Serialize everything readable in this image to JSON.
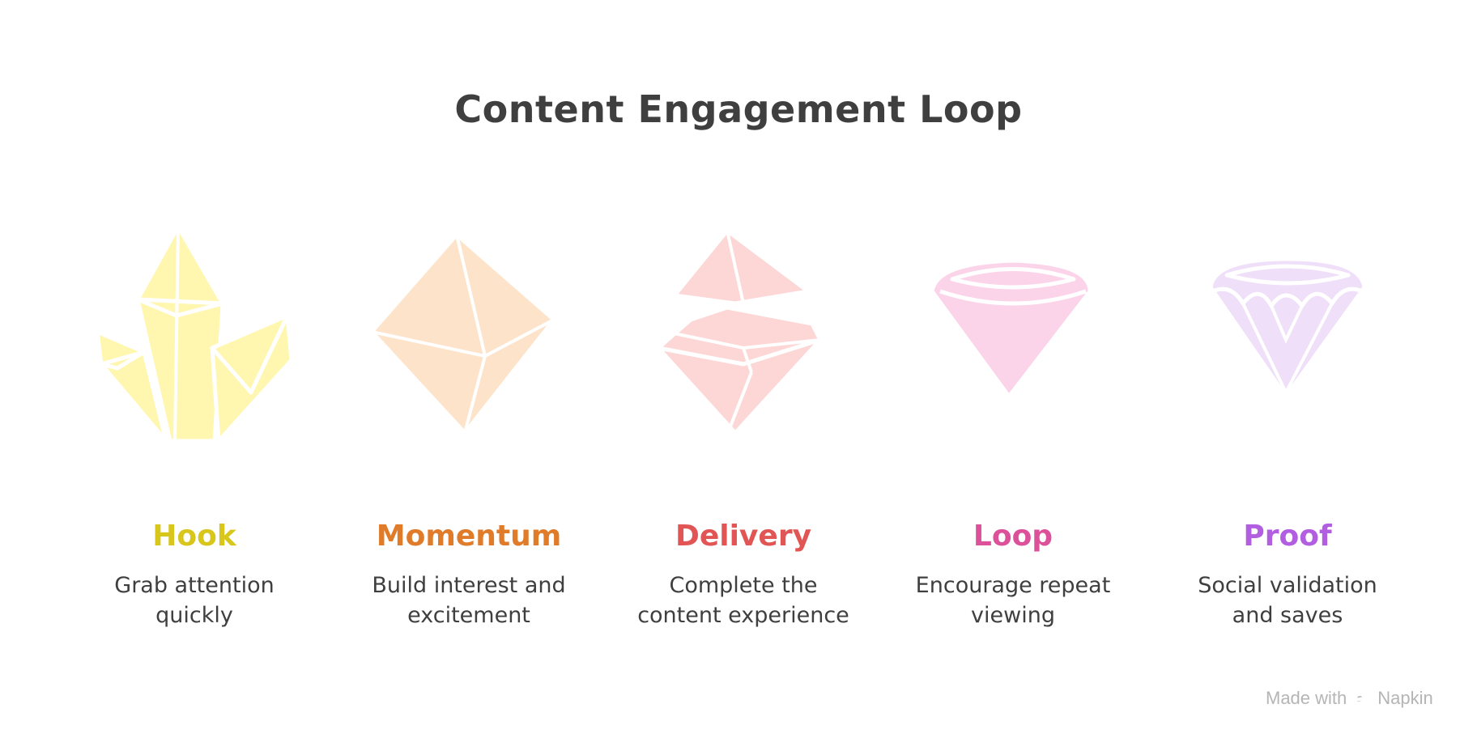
{
  "title": "Content Engagement Loop",
  "steps": [
    {
      "label": "Hook",
      "desc1": "Grab attention",
      "desc2": "quickly",
      "color": "#d8c61c",
      "fill": "#fff6b0",
      "icon": "crystal-cluster-icon"
    },
    {
      "label": "Momentum",
      "desc1": "Build interest and",
      "desc2": "excitement",
      "color": "#e07b2a",
      "fill": "#fde3c9",
      "icon": "octahedron-icon"
    },
    {
      "label": "Delivery",
      "desc1": "Complete the",
      "desc2": "content experience",
      "color": "#e25555",
      "fill": "#fdd6d6",
      "icon": "split-gem-icon"
    },
    {
      "label": "Loop",
      "desc1": "Encourage repeat",
      "desc2": "viewing",
      "color": "#dc5199",
      "fill": "#fcd4ea",
      "icon": "cone-gem-icon"
    },
    {
      "label": "Proof",
      "desc1": "Social validation",
      "desc2": "and saves",
      "color": "#b25ee0",
      "fill": "#efdff9",
      "icon": "diamond-icon"
    }
  ],
  "footer": {
    "prefix": "Made with",
    "brand": "Napkin"
  }
}
